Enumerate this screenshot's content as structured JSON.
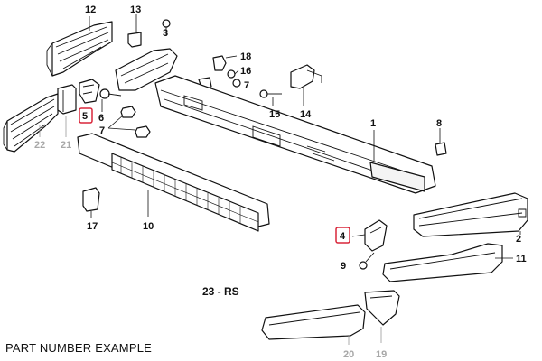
{
  "diagram": {
    "callouts": {
      "n1": "1",
      "n2": "2",
      "n3": "3",
      "n4": "4",
      "n5": "5",
      "n6": "6",
      "n7": "7",
      "n8": "8",
      "n9": "9",
      "n10": "10",
      "n11": "11",
      "n12": "12",
      "n13": "13",
      "n14": "14",
      "n15": "15",
      "n16": "16",
      "n17": "17",
      "n18": "18",
      "n19": "19",
      "n20": "20",
      "n21": "21",
      "n22": "22"
    },
    "variant_label": "23 - RS",
    "highlight_color": "#d9263a",
    "dimmed_color": "#a8a8a8"
  },
  "caption": "PART NUMBER EXAMPLE"
}
